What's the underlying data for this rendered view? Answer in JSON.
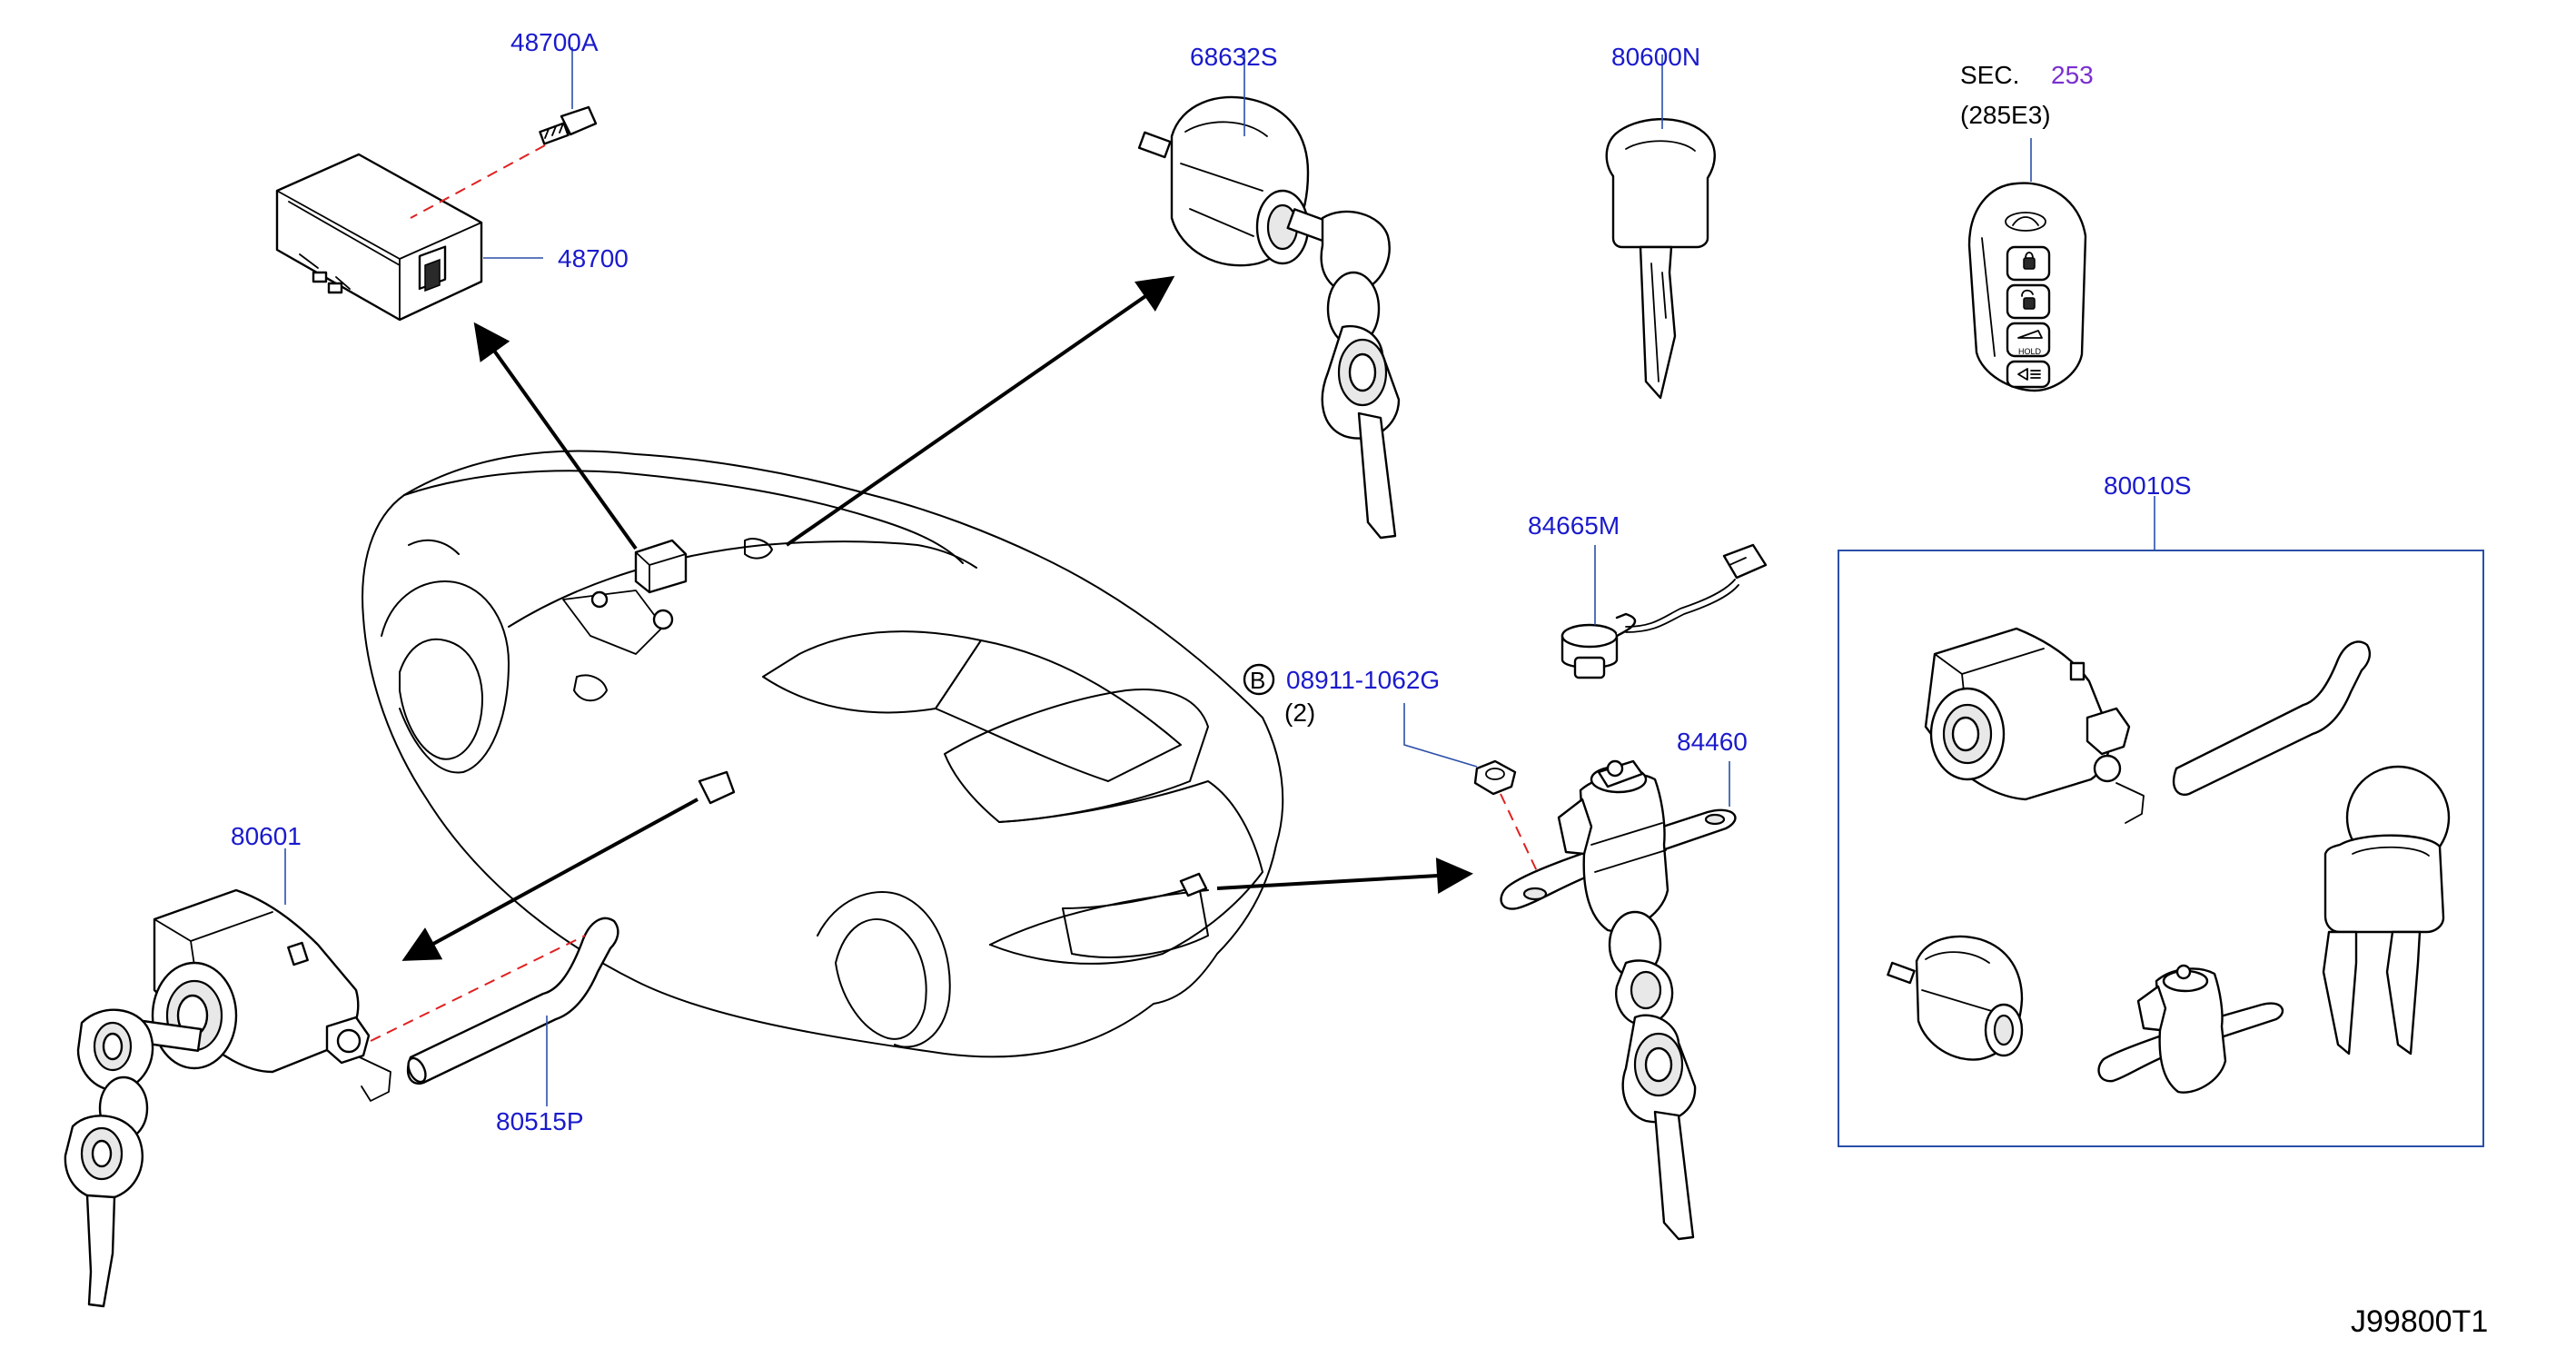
{
  "callouts": {
    "p48700A": "48700A",
    "p48700": "48700",
    "p68632S": "68632S",
    "p80600N": "80600N",
    "sec_prefix": "SEC.",
    "sec_number": "253",
    "sec_sub": "(285E3)",
    "p84665M": "84665M",
    "p80010S": "80010S",
    "bolt_letter": "B",
    "p08911": "08911-1062G",
    "p08911_qty": "(2)",
    "p84460": "84460",
    "p80601": "80601",
    "p80515P": "80515P"
  },
  "fob": {
    "hold_label": "HOLD"
  },
  "diagram_code": "J99800T1",
  "colors": {
    "part_number": "#1a1acc",
    "section_link": "#7a2fd0",
    "centerline": "#e02020",
    "leader": "#2a4fa8"
  }
}
